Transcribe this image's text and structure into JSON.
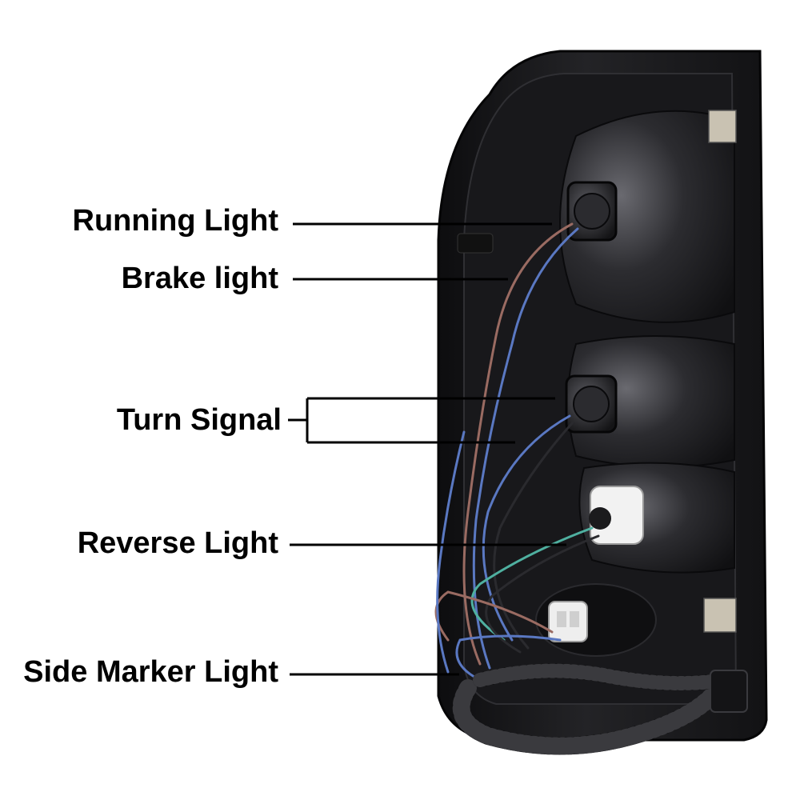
{
  "labels": {
    "running_light": "Running Light",
    "brake_light": "Brake light",
    "turn_signal": "Turn Signal",
    "reverse_light": "Reverse Light",
    "side_marker_light": "Side Marker Light"
  },
  "colors": {
    "background": "#ffffff",
    "text": "#000000",
    "housing": "#1b1b1d",
    "wire_brown": "#9a6b62",
    "wire_blue": "#5a78c2",
    "wire_teal": "#4fb0a0",
    "socket_white": "#ececec"
  }
}
